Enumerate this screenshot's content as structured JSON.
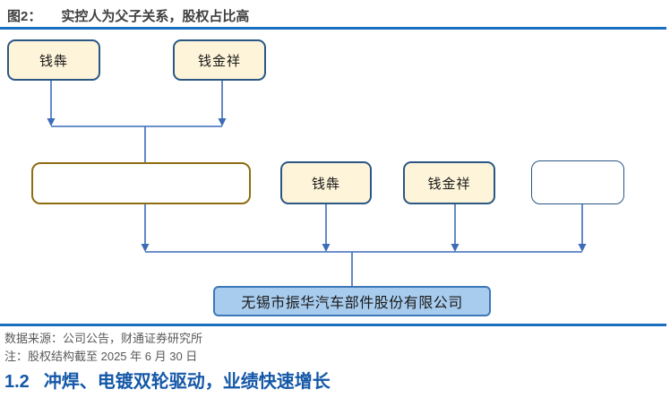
{
  "figure": {
    "label": "图2：",
    "title": "实控人为父子关系，股权占比高",
    "nodes": {
      "father_top": "钱犇",
      "son_top": "钱金祥",
      "holding_box": "",
      "father_mid": "钱犇",
      "son_mid": "钱金祥",
      "other_box": "",
      "company": "无锡市振华汽车部件股份有限公司"
    },
    "source": "数据来源：公司公告，财通证券研究所",
    "note": "注：股权结构截至 2025 年 6 月 30 日"
  },
  "section": {
    "number": "1.2",
    "title": "冲焊、电镀双轮驱动，业绩快速增长"
  },
  "colors": {
    "title_gray": "#3F3F3F",
    "rule_blue": "#1B6FC1",
    "line_blue": "#3B6CB8",
    "navy": "#2A5784",
    "cream": "#FDF4D9",
    "gold": "#8E6C10",
    "company_fill": "#A8CCEE",
    "company_border": "#3C78B8",
    "gray_text": "#595959",
    "heading_blue": "#1458A7"
  }
}
